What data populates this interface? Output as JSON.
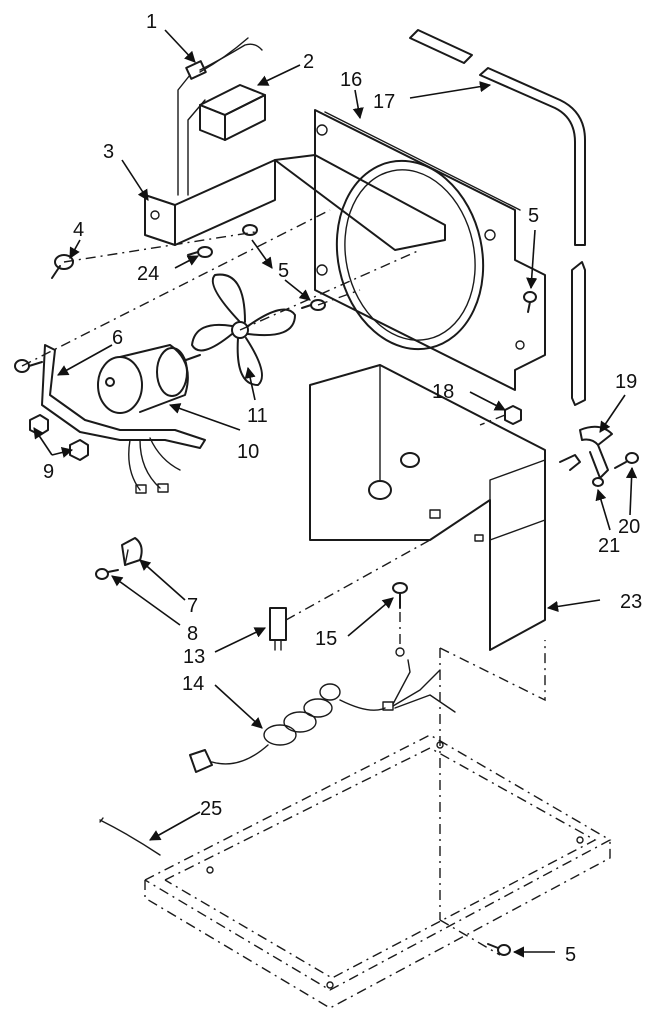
{
  "callouts": [
    {
      "id": "c1",
      "text": "1"
    },
    {
      "id": "c2",
      "text": "2"
    },
    {
      "id": "c3",
      "text": "3"
    },
    {
      "id": "c4",
      "text": "4"
    },
    {
      "id": "c5a",
      "text": "5"
    },
    {
      "id": "c5b",
      "text": "5"
    },
    {
      "id": "c5c",
      "text": "5"
    },
    {
      "id": "c6",
      "text": "6"
    },
    {
      "id": "c7",
      "text": "7"
    },
    {
      "id": "c8",
      "text": "8"
    },
    {
      "id": "c9",
      "text": "9"
    },
    {
      "id": "c10",
      "text": "10"
    },
    {
      "id": "c11",
      "text": "11"
    },
    {
      "id": "c13",
      "text": "13"
    },
    {
      "id": "c14",
      "text": "14"
    },
    {
      "id": "c15",
      "text": "15"
    },
    {
      "id": "c16",
      "text": "16"
    },
    {
      "id": "c17",
      "text": "17"
    },
    {
      "id": "c18",
      "text": "18"
    },
    {
      "id": "c19",
      "text": "19"
    },
    {
      "id": "c20",
      "text": "20"
    },
    {
      "id": "c21",
      "text": "21"
    },
    {
      "id": "c23",
      "text": "23"
    },
    {
      "id": "c24",
      "text": "24"
    },
    {
      "id": "c25",
      "text": "25"
    }
  ]
}
